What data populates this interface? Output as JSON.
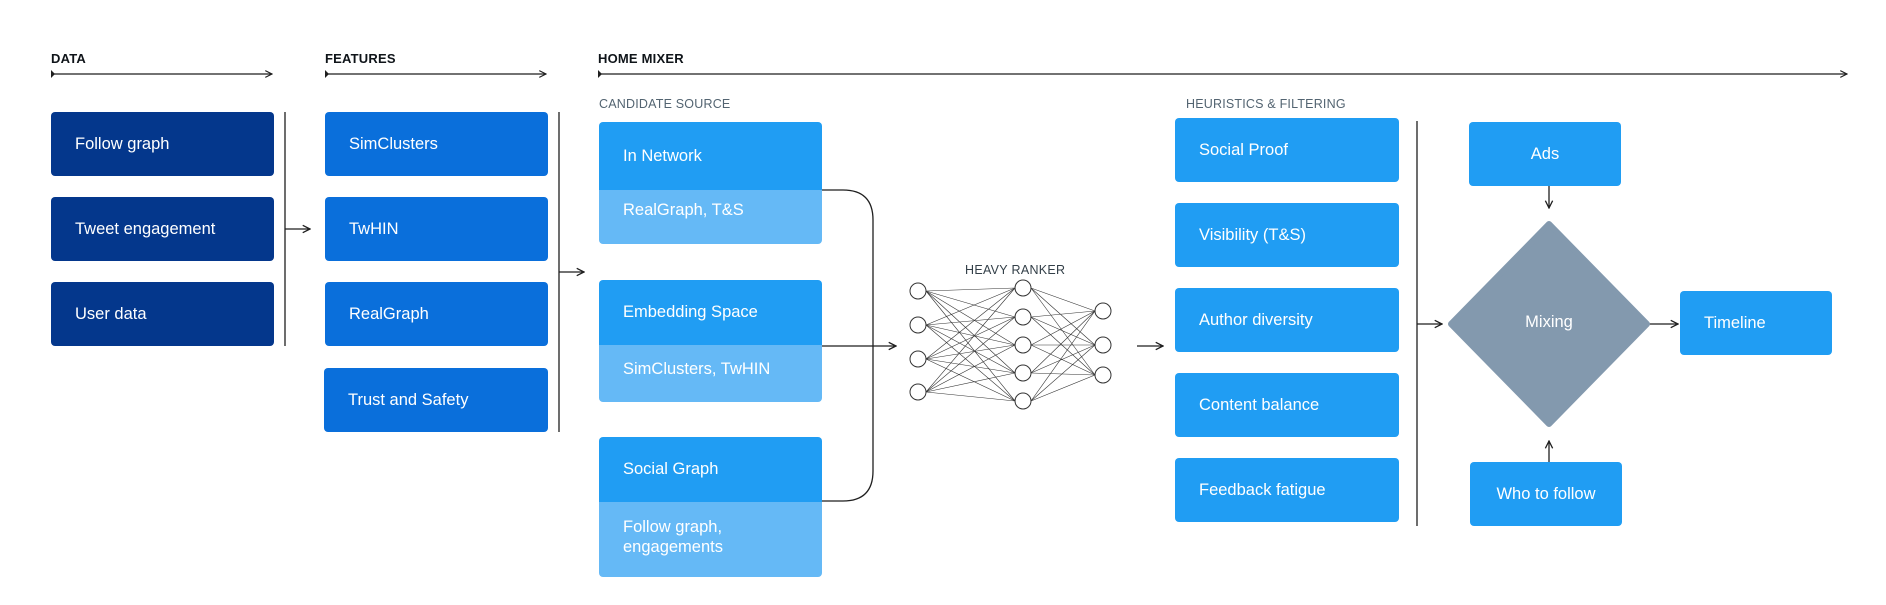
{
  "sections": {
    "data": "DATA",
    "features": "FEATURES",
    "home_mixer": "HOME MIXER"
  },
  "subsections": {
    "candidate_source": "CANDIDATE SOURCE",
    "heuristics": "HEURISTICS & FILTERING",
    "heavy_ranker": "HEAVY RANKER"
  },
  "data_items": [
    "Follow graph",
    "Tweet engagement",
    "User data"
  ],
  "feature_items": [
    "SimClusters",
    "TwHIN",
    "RealGraph",
    "Trust and Safety"
  ],
  "candidate_sources": [
    {
      "title": "In Network",
      "detail_lines": [
        "RealGraph, T&S"
      ]
    },
    {
      "title": "Embedding Space",
      "detail_lines": [
        "SimClusters, TwHIN"
      ]
    },
    {
      "title": "Social Graph",
      "detail_lines": [
        "Follow graph,",
        "engagements"
      ]
    }
  ],
  "filters": [
    "Social Proof",
    "Visibility (T&S)",
    "Author diversity",
    "Content balance",
    "Feedback fatigue"
  ],
  "mixing": {
    "top_input": "Ads",
    "center": "Mixing",
    "bottom_input": "Who to follow",
    "output": "Timeline"
  },
  "colors": {
    "data_box": "#04378c",
    "feature_box": "#0a6fdb",
    "primary_box": "#209df3",
    "detail_box": "#65b9f6",
    "diamond": "#8399ae",
    "line": "#1f1f1f"
  }
}
